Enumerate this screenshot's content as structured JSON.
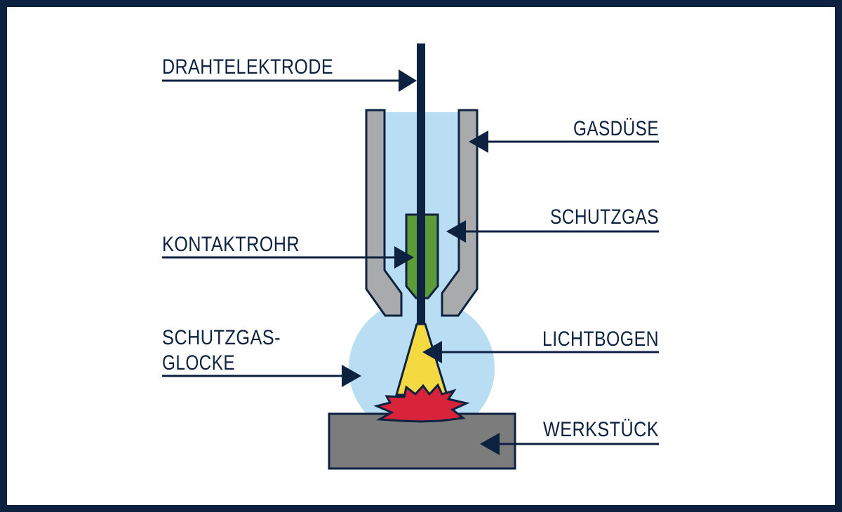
{
  "colors": {
    "frame": "#0d2140",
    "ink": "#0d2140",
    "gas": "#b9def4",
    "nozzle": "#a9aaab",
    "contact_tube": "#5c9c38",
    "arc": "#f5d941",
    "weld_spark": "#d8243a",
    "workpiece": "#7c7c7c",
    "background": "#ffffff"
  },
  "labels": {
    "drahtelektrode": "DRAHTELEKTRODE",
    "gasduese": "GASDÜSE",
    "schutzgas": "SCHUTZGAS",
    "kontaktrohr": "KONTAKTROHR",
    "schutzgasglocke_line1": "SCHUTZGAS-",
    "schutzgasglocke_line2": "GLOCKE",
    "lichtbogen": "LICHTBOGEN",
    "werkstueck": "WERKSTÜCK"
  }
}
